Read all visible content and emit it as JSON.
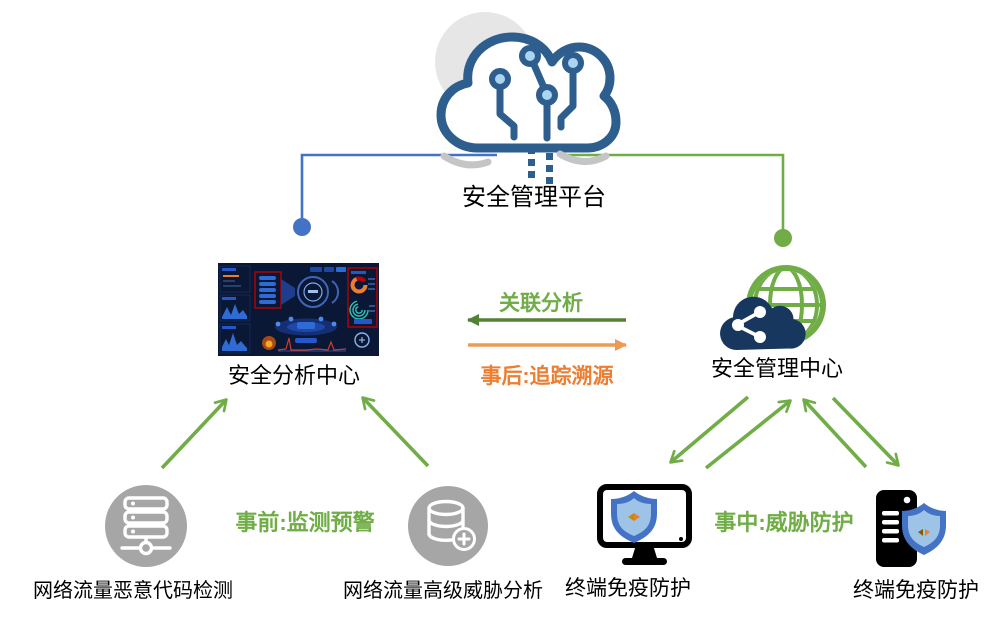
{
  "colors": {
    "blue": "#4472C4",
    "green": "#70AD47",
    "dark_green": "#538135",
    "orange": "#ED7D31",
    "arrow_orange": "#ED9B54",
    "cloud_outline": "#2E5E8E",
    "cloud_node": "#A9D4F2",
    "gray_circle": "#A6A6A6",
    "gray_light": "#E7E6E6",
    "swoosh": "#C5C5C5",
    "navy": "#17375E",
    "shield_dark": "#4472C4",
    "shield_light": "#9DC3E6",
    "dashboard_bg": "#0A1735",
    "dash_red": "#C00000",
    "dash_blue": "#2E6BD4",
    "dash_teal": "#2EC4B6",
    "text": "#000000"
  },
  "platform": {
    "label": "安全管理平台"
  },
  "centers": {
    "analysis": {
      "label": "安全分析中心"
    },
    "management": {
      "label": "安全管理中心"
    }
  },
  "flows": {
    "correlation": "关联分析",
    "post_event": "事后:追踪溯源",
    "pre_event": "事前:监测预警",
    "in_event": "事中:威胁防护"
  },
  "capabilities": {
    "malicious_code": "网络流量恶意代码检测",
    "threat_analysis": "网络流量高级威胁分析",
    "endpoint_left": "终端免疫防护",
    "endpoint_right": "终端免疫防护"
  },
  "icons": {
    "platform": "circuit-cloud-icon",
    "analysis": "security-dashboard-screenshot",
    "management": "globe-share-cloud-icon",
    "malicious_code": "server-rack-icon",
    "threat_analysis": "database-plus-icon",
    "endpoint_left": "monitor-shield-icon",
    "endpoint_right": "tower-shield-icon"
  }
}
